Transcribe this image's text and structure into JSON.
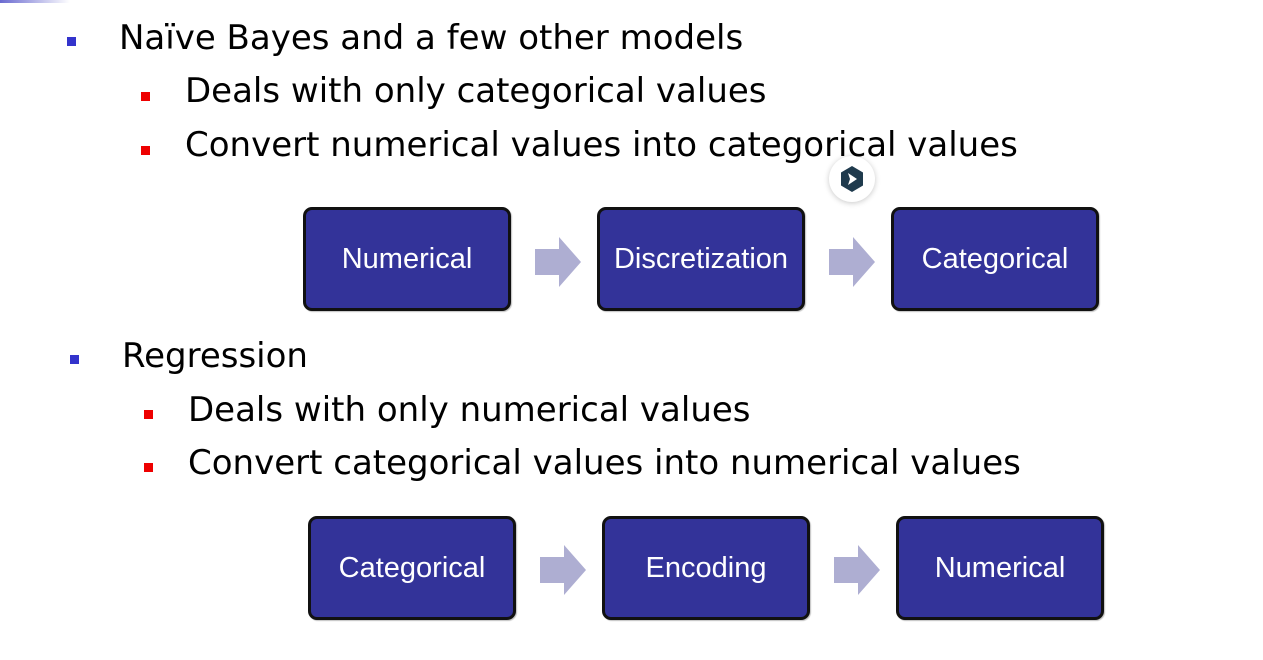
{
  "sections": [
    {
      "heading": "Naïve Bayes and a few other models",
      "points": [
        "Deals with only categorical values",
        "Convert numerical values into categorical values"
      ],
      "flow": [
        "Numerical",
        "Discretization",
        "Categorical"
      ]
    },
    {
      "heading": "Regression",
      "points": [
        "Deals with only numerical values",
        "Convert categorical values into numerical values"
      ],
      "flow": [
        "Categorical",
        "Encoding",
        "Numerical"
      ]
    }
  ],
  "colors": {
    "level1_bullet": "#3333cc",
    "level2_bullet": "#ee0000",
    "box_fill": "#333399",
    "box_border": "#111111",
    "arrow_fill": "#aeaed2"
  },
  "floating_button": {
    "icon": "share-arrow-icon"
  }
}
